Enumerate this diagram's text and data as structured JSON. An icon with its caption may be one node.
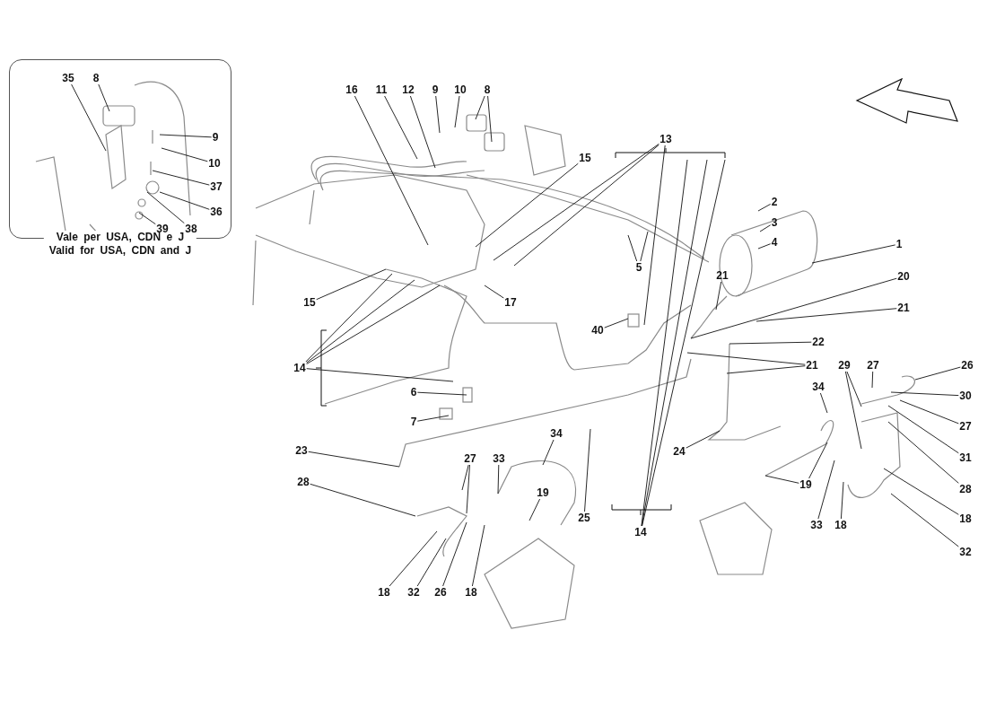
{
  "diagram": {
    "nodes": [
      {
        "text": [
          "Vale per USA, CDN e J",
          "Valid for USA, CDN and J"
        ]
      },
      {
        "text": [
          "35"
        ],
        "in": 0
      },
      {
        "text": [
          "8"
        ],
        "in": 0
      },
      {
        "text": [
          "9"
        ],
        "in": 0
      },
      {
        "text": [
          "10"
        ],
        "in": 0
      },
      {
        "text": [
          "37"
        ],
        "in": 0
      },
      {
        "text": [
          "36"
        ],
        "in": 0
      },
      {
        "text": [
          "39"
        ],
        "in": 0
      },
      {
        "text": [
          "38"
        ],
        "in": 0
      },
      {
        "text": [
          "16"
        ]
      },
      {
        "text": [
          "11"
        ]
      },
      {
        "text": [
          "12"
        ]
      },
      {
        "text": [
          "9"
        ]
      },
      {
        "text": [
          "10"
        ]
      },
      {
        "text": [
          "8"
        ]
      },
      {
        "text": [
          "13"
        ]
      },
      {
        "text": [
          "15"
        ]
      },
      {
        "text": [
          "5"
        ]
      },
      {
        "text": [
          "21"
        ]
      },
      {
        "text": [
          "2"
        ]
      },
      {
        "text": [
          "3"
        ]
      },
      {
        "text": [
          "4"
        ]
      },
      {
        "text": [
          "1"
        ]
      },
      {
        "text": [
          "20"
        ]
      },
      {
        "text": [
          "15"
        ]
      },
      {
        "text": [
          "17"
        ]
      },
      {
        "text": [
          "21"
        ]
      },
      {
        "text": [
          "40"
        ]
      },
      {
        "text": [
          "22"
        ]
      },
      {
        "text": [
          "14"
        ]
      },
      {
        "text": [
          "21"
        ]
      },
      {
        "text": [
          "29"
        ]
      },
      {
        "text": [
          "27"
        ]
      },
      {
        "text": [
          "26"
        ]
      },
      {
        "text": [
          "34"
        ]
      },
      {
        "text": [
          "6"
        ]
      },
      {
        "text": [
          "30"
        ]
      },
      {
        "text": [
          "7"
        ]
      },
      {
        "text": [
          "27"
        ]
      },
      {
        "text": [
          "34"
        ]
      },
      {
        "text": [
          "23"
        ]
      },
      {
        "text": [
          "24"
        ]
      },
      {
        "text": [
          "31"
        ]
      },
      {
        "text": [
          "27"
        ]
      },
      {
        "text": [
          "33"
        ]
      },
      {
        "text": [
          "28"
        ]
      },
      {
        "text": [
          "19"
        ]
      },
      {
        "text": [
          "28"
        ]
      },
      {
        "text": [
          "19"
        ]
      },
      {
        "text": [
          "25"
        ]
      },
      {
        "text": [
          "18"
        ]
      },
      {
        "text": [
          "14"
        ]
      },
      {
        "text": [
          "33"
        ]
      },
      {
        "text": [
          "18"
        ]
      },
      {
        "text": [
          "32"
        ]
      },
      {
        "text": [
          "18"
        ]
      },
      {
        "text": [
          "32"
        ]
      },
      {
        "text": [
          "26"
        ]
      },
      {
        "text": [
          "18"
        ]
      }
    ],
    "edges": [
      {
        "from": 1,
        "to": null,
        "arrow": "none"
      },
      {
        "from": 2,
        "to": null,
        "arrow": "none"
      },
      {
        "from": 3,
        "to": null,
        "arrow": "none"
      },
      {
        "from": 4,
        "to": null,
        "arrow": "none"
      },
      {
        "from": 5,
        "to": null,
        "arrow": "none"
      },
      {
        "from": 6,
        "to": null,
        "arrow": "none"
      },
      {
        "from": 7,
        "to": null,
        "arrow": "none"
      },
      {
        "from": 8,
        "to": null,
        "arrow": "none"
      },
      {
        "from": 9,
        "to": null,
        "arrow": "none"
      },
      {
        "from": 10,
        "to": null,
        "arrow": "none"
      },
      {
        "from": 11,
        "to": null,
        "arrow": "none"
      },
      {
        "from": 12,
        "to": null,
        "arrow": "none"
      },
      {
        "from": 13,
        "to": null,
        "arrow": "none"
      },
      {
        "from": 14,
        "to": null,
        "arrow": "none"
      },
      {
        "from": 14,
        "to": null,
        "arrow": "none"
      },
      {
        "from": 15,
        "to": null,
        "arrow": "none"
      },
      {
        "from": 15,
        "to": null,
        "arrow": "none"
      },
      {
        "from": 15,
        "to": null,
        "arrow": "none"
      },
      {
        "from": 16,
        "to": null,
        "arrow": "none"
      },
      {
        "from": 17,
        "to": null,
        "arrow": "none"
      },
      {
        "from": 17,
        "to": null,
        "arrow": "none"
      },
      {
        "from": 18,
        "to": null,
        "arrow": "none"
      },
      {
        "from": 19,
        "to": null,
        "arrow": "none"
      },
      {
        "from": 20,
        "to": null,
        "arrow": "none"
      },
      {
        "from": 21,
        "to": null,
        "arrow": "none"
      },
      {
        "from": 22,
        "to": null,
        "arrow": "none"
      },
      {
        "from": 23,
        "to": null,
        "arrow": "none"
      },
      {
        "from": 24,
        "to": null,
        "arrow": "none"
      },
      {
        "from": 25,
        "to": null,
        "arrow": "none"
      },
      {
        "from": 26,
        "to": null,
        "arrow": "none"
      },
      {
        "from": 27,
        "to": null,
        "arrow": "none"
      },
      {
        "from": 28,
        "to": null,
        "arrow": "none"
      },
      {
        "from": 29,
        "to": null,
        "arrow": "none"
      },
      {
        "from": 29,
        "to": null,
        "arrow": "none"
      },
      {
        "from": 29,
        "to": null,
        "arrow": "none"
      },
      {
        "from": 29,
        "to": null,
        "arrow": "none"
      },
      {
        "from": 30,
        "to": null,
        "arrow": "none"
      },
      {
        "from": 30,
        "to": null,
        "arrow": "none"
      },
      {
        "from": 31,
        "to": null,
        "arrow": "none"
      },
      {
        "from": 31,
        "to": null,
        "arrow": "none"
      },
      {
        "from": 32,
        "to": null,
        "arrow": "none"
      },
      {
        "from": 33,
        "to": null,
        "arrow": "none"
      },
      {
        "from": 34,
        "to": null,
        "arrow": "none"
      },
      {
        "from": 35,
        "to": null,
        "arrow": "none"
      },
      {
        "from": 36,
        "to": null,
        "arrow": "none"
      },
      {
        "from": 37,
        "to": null,
        "arrow": "none"
      },
      {
        "from": 38,
        "to": null,
        "arrow": "none"
      },
      {
        "from": 39,
        "to": null,
        "arrow": "none"
      },
      {
        "from": 40,
        "to": null,
        "arrow": "none"
      },
      {
        "from": 41,
        "to": null,
        "arrow": "none"
      },
      {
        "from": 42,
        "to": null,
        "arrow": "none"
      },
      {
        "from": 43,
        "to": null,
        "arrow": "none"
      },
      {
        "from": 43,
        "to": null,
        "arrow": "none"
      },
      {
        "from": 44,
        "to": null,
        "arrow": "none"
      },
      {
        "from": 45,
        "to": null,
        "arrow": "none"
      },
      {
        "from": 46,
        "to": null,
        "arrow": "none"
      },
      {
        "from": 46,
        "to": null,
        "arrow": "none"
      },
      {
        "from": 47,
        "to": null,
        "arrow": "none"
      },
      {
        "from": 48,
        "to": null,
        "arrow": "none"
      },
      {
        "from": 49,
        "to": null,
        "arrow": "none"
      },
      {
        "from": 50,
        "to": null,
        "arrow": "none"
      },
      {
        "from": 51,
        "to": null,
        "arrow": "none"
      },
      {
        "from": 51,
        "to": null,
        "arrow": "none"
      },
      {
        "from": 51,
        "to": null,
        "arrow": "none"
      },
      {
        "from": 52,
        "to": null,
        "arrow": "none"
      },
      {
        "from": 53,
        "to": null,
        "arrow": "none"
      },
      {
        "from": 54,
        "to": null,
        "arrow": "none"
      },
      {
        "from": 55,
        "to": null,
        "arrow": "none"
      },
      {
        "from": 56,
        "to": null,
        "arrow": "none"
      },
      {
        "from": 57,
        "to": null,
        "arrow": "none"
      },
      {
        "from": 58,
        "to": null,
        "arrow": "none"
      }
    ]
  }
}
